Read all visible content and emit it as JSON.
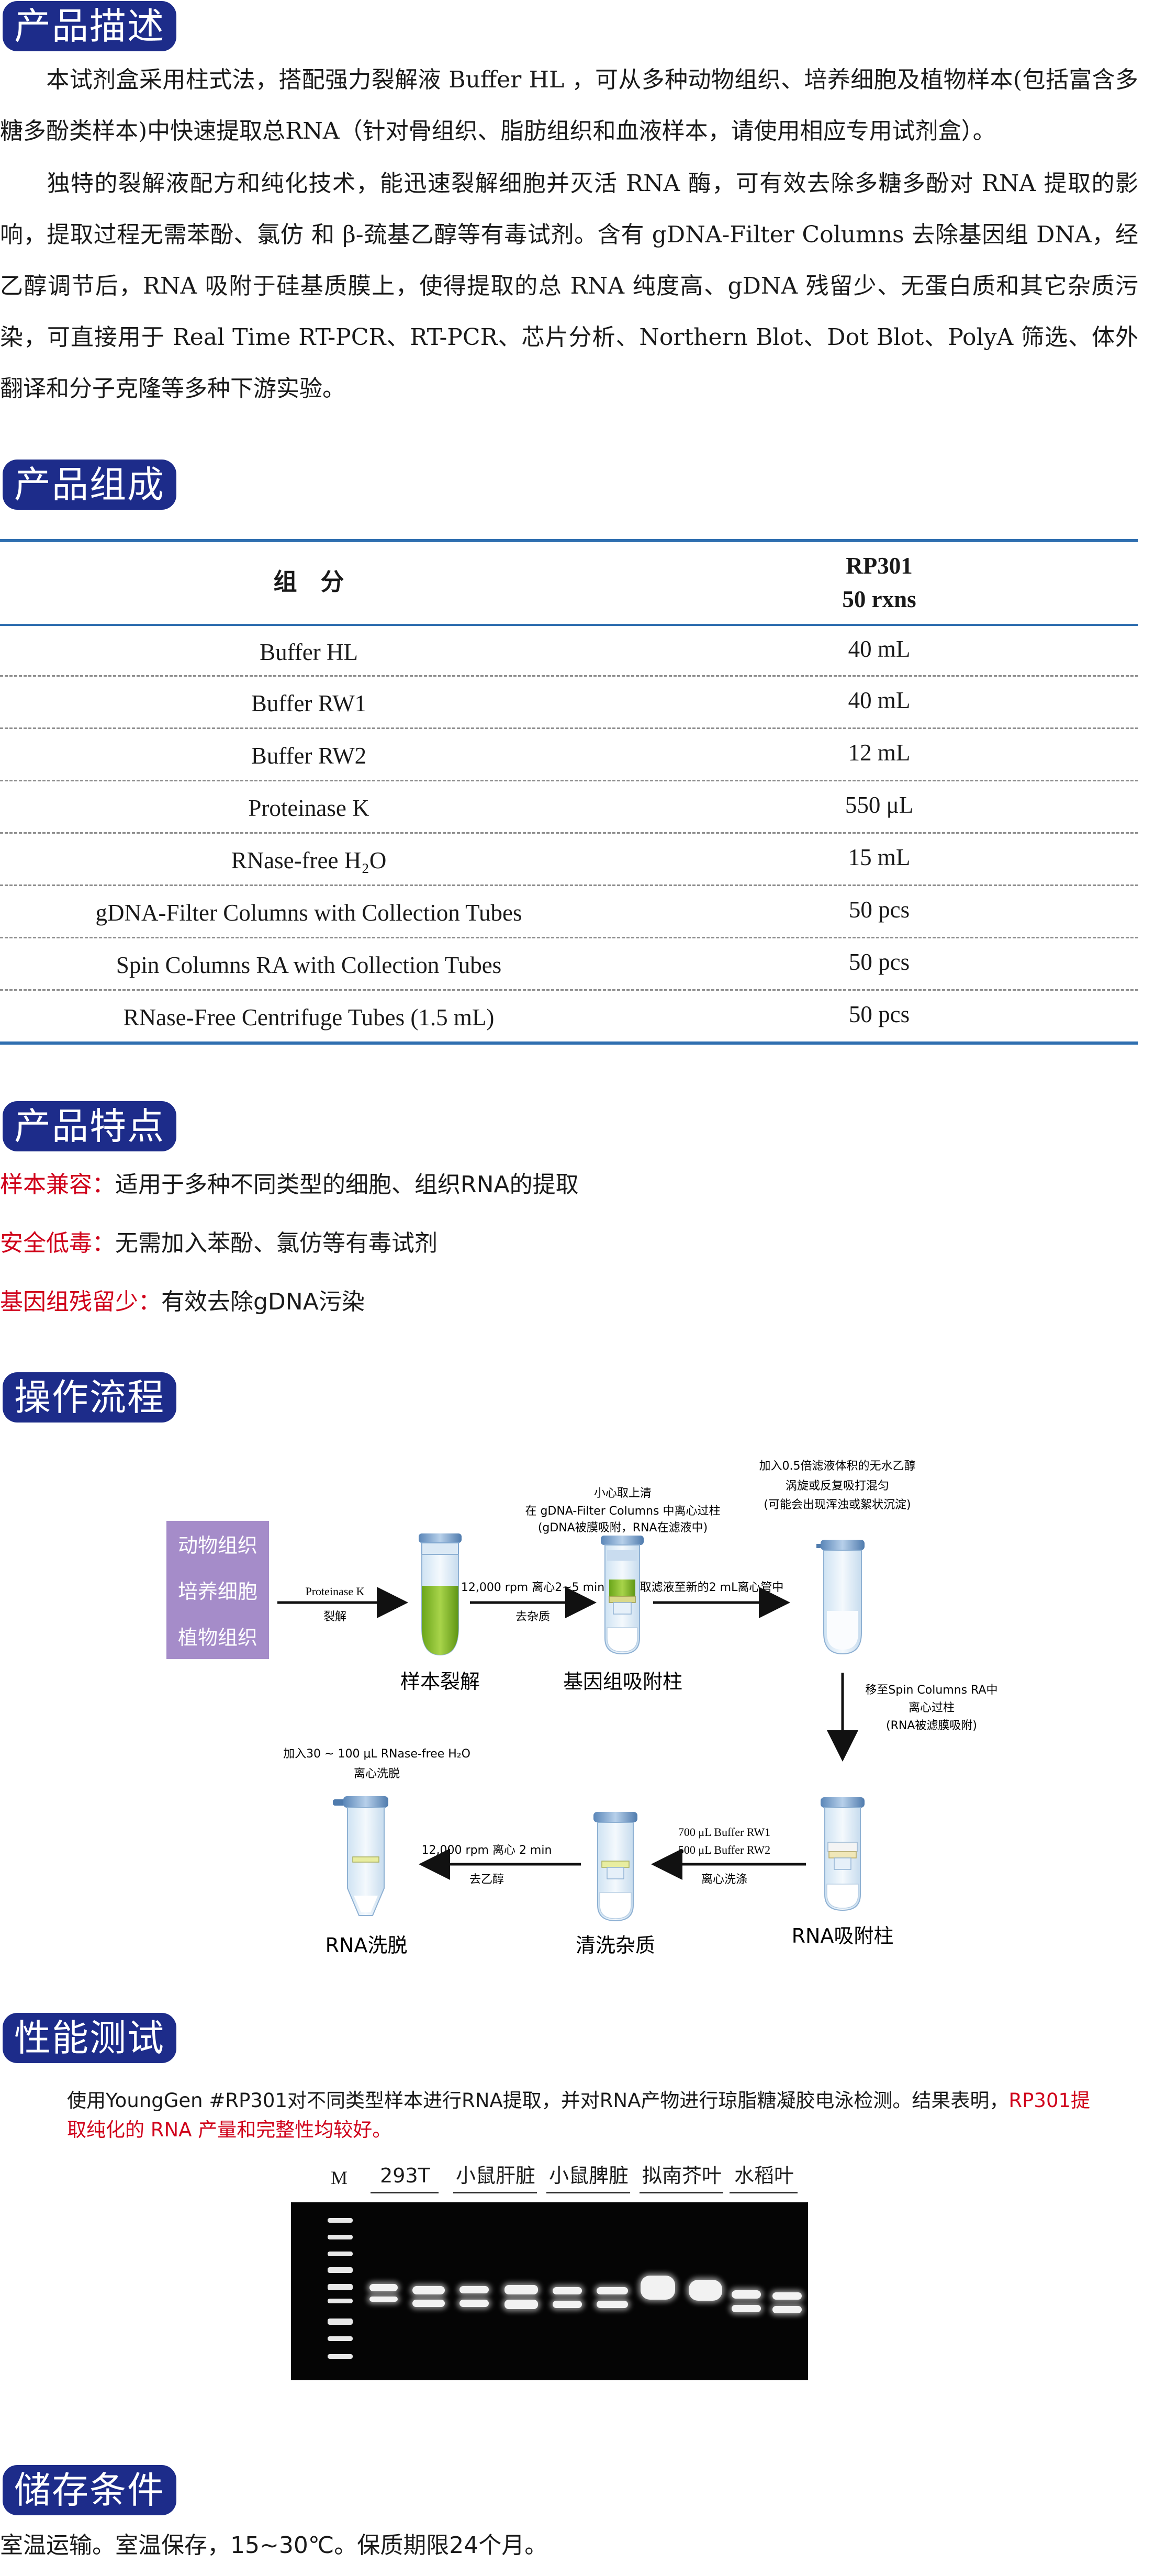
{
  "sections": {
    "description": "产品描述",
    "components": "产品组成",
    "features": "产品特点",
    "workflow": "操作流程",
    "performance": "性能测试",
    "storage": "储存条件"
  },
  "description": {
    "p1": "本试剂盒采用柱式法，搭配强力裂解液 Buffer HL ，可从多种动物组织、培养细胞及植物样本(包括富含多糖多酚类样本)中快速提取总RNA（针对骨组织、脂肪组织和血液样本，请使用相应专用试剂盒）。",
    "p2": "独特的裂解液配方和纯化技术，能迅速裂解细胞并灭活 RNA 酶，可有效去除多糖多酚对 RNA 提取的影响，提取过程无需苯酚、氯仿 和 β-巯基乙醇等有毒试剂。含有 gDNA-Filter Columns 去除基因组 DNA，经乙醇调节后，RNA 吸附于硅基质膜上，使得提取的总 RNA 纯度高、gDNA 残留少、无蛋白质和其它杂质污染，可直接用于 Real Time RT-PCR、RT-PCR、芯片分析、Northern Blot、Dot Blot、PolyA 筛选、体外翻译和分子克隆等多种下游实验。"
  },
  "components": {
    "header_label": "组　分",
    "header_code": "RP301",
    "header_rxns": "50 rxns",
    "rows": [
      {
        "name": "Buffer HL",
        "amount": "40 mL"
      },
      {
        "name": "Buffer RW1",
        "amount": "40 mL"
      },
      {
        "name": "Buffer RW2",
        "amount": "12 mL"
      },
      {
        "name": "Proteinase K",
        "amount": "550 μL"
      },
      {
        "name": "RNase-free H₂O",
        "amount": "15 mL"
      },
      {
        "name": "gDNA-Filter Columns with Collection Tubes",
        "amount": "50 pcs"
      },
      {
        "name": "Spin Columns RA with Collection Tubes",
        "amount": "50 pcs"
      },
      {
        "name": "RNase-Free Centrifuge Tubes (1.5 mL)",
        "amount": "50 pcs"
      }
    ]
  },
  "features": [
    {
      "key": "样本兼容：",
      "text": "适用于多种不同类型的细胞、组织RNA的提取"
    },
    {
      "key": "安全低毒：",
      "text": "无需加入苯酚、氯仿等有毒试剂"
    },
    {
      "key": "基因组残留少：",
      "text": "有效去除gDNA污染"
    }
  ],
  "workflow": {
    "samples": [
      "动物组织",
      "培养细胞",
      "植物组织"
    ],
    "arrow1_top": "Proteinase K",
    "arrow1_bottom": "裂解",
    "tube1_label": "样本裂解",
    "arrow2_top": "12,000 rpm 离心2~5 min",
    "arrow2_bottom": "去杂质",
    "tube2_note1": "小心取上清",
    "tube2_note2": "在 gDNA-Filter Columns 中离心过柱",
    "tube2_note3": "(gDNA被膜吸附，RNA在滤液中)",
    "tube2_label": "基因组吸附柱",
    "arrow3_top": "取滤液至新的2 mL离心管中",
    "tube3_note1": "加入0.5倍滤液体积的无水乙醇",
    "tube3_note2": "涡旋或反复吸打混匀",
    "tube3_note3": "(可能会出现浑浊或絮状沉淀)",
    "down_note1": "移至Spin Columns RA中",
    "down_note2": "离心过柱",
    "down_note3": "(RNA被滤膜吸附)",
    "tube4_label": "RNA吸附柱",
    "arrow4_top1": "700 μL Buffer RW1",
    "arrow4_top2": "500 μL Buffer RW2",
    "arrow4_bottom": "离心洗涤",
    "tube5_label": "清洗杂质",
    "arrow5_top": "12,000 rpm 离心 2 min",
    "arrow5_bottom": "去乙醇",
    "tube6_note1": "加入30 ~ 100 μL RNase-free H₂O",
    "tube6_note2": "离心洗脱",
    "tube6_label": "RNA洗脱"
  },
  "performance": {
    "text_black": "使用YoungGen #RP301对不同类型样本进行RNA提取，并对RNA产物进行琼脂糖凝胶电泳检测。结果表明，",
    "text_red": "RP301提取纯化的 RNA 产量和完整性均较好。",
    "marker": "M",
    "lanes": [
      "293T",
      "小鼠肝脏",
      "小鼠脾脏",
      "拟南芥叶",
      "水稻叶"
    ]
  },
  "storage": {
    "text": "室温运输。室温保存，15~30℃。保质期限24个月。"
  },
  "colors": {
    "title_bg": "#1d2c8a",
    "table_rule": "#2f6fb0",
    "highlight": "#d0021b",
    "sample_box": "#a58cc9"
  }
}
